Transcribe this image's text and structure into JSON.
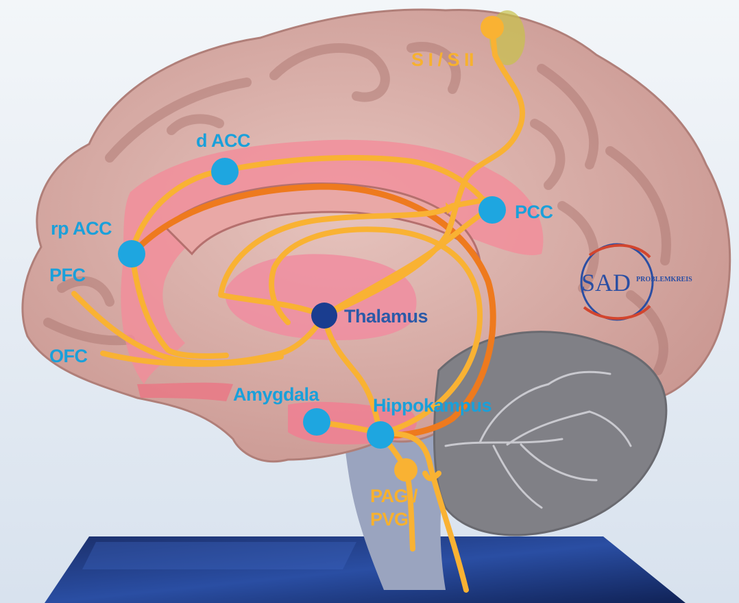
{
  "labels": {
    "s1s2": "S I / S II",
    "dacc": "d ACC",
    "pcc": "PCC",
    "rpacc": "rp ACC",
    "pfc": "PFC",
    "thalamus": "Thalamus",
    "ofc": "OFC",
    "amygdala": "Amygdala",
    "hippokampus": "Hippokampus",
    "pag_line1": "PAG /",
    "pag_line2": "PVG"
  },
  "logo": {
    "abbr": "SAD",
    "name": "PROBLEMKREIS"
  },
  "colors": {
    "region_label": "#1aa0da",
    "node": "#1ea6e0",
    "thalamus_node": "#1a3d8f",
    "thalamus_label": "#2a5aa8",
    "pathway": "#f9b233",
    "pathway_dark": "#ee7a1e",
    "somatosensory_label": "#f7b12e",
    "brain": "#dcb0aa",
    "limbic": "#f28c9a",
    "cerebellum": "#7f7f83",
    "brainstem": "#9aa4bf",
    "base": "#1f3c86"
  }
}
